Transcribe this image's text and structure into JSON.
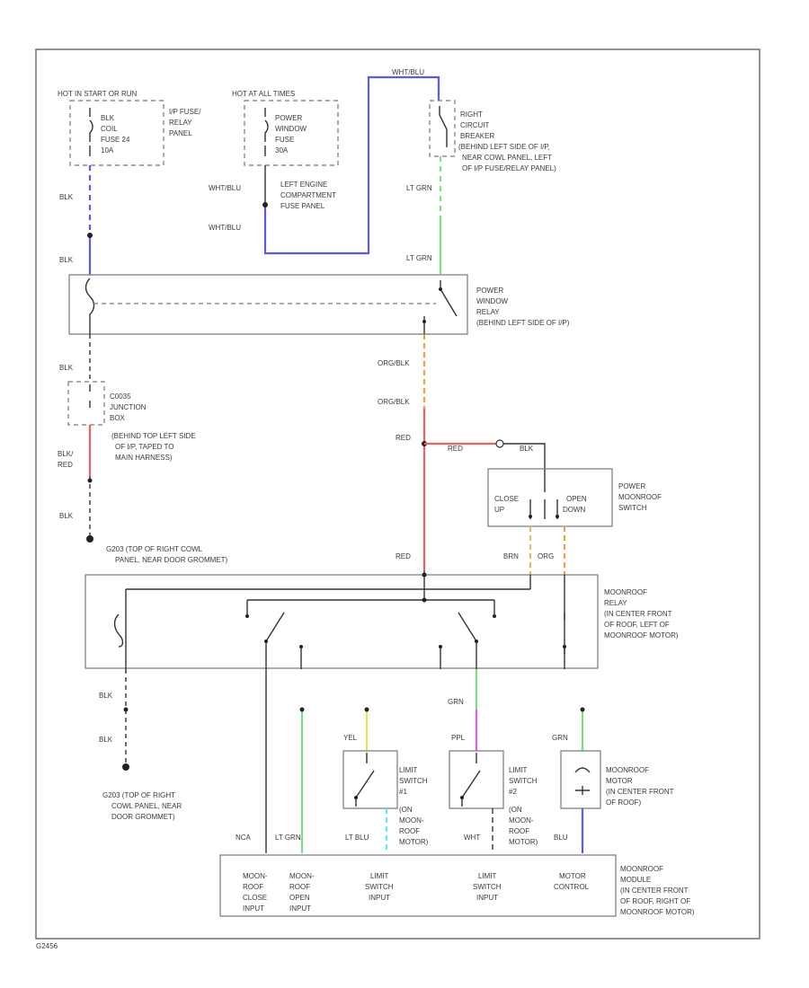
{
  "fuses": {
    "left_header": "HOT IN START OR RUN",
    "left_fuse": [
      "BLK",
      "COIL",
      "FUSE 24",
      "10A"
    ],
    "left_panel": [
      "I/P FUSE/",
      "RELAY",
      "PANEL"
    ],
    "mid_header": "HOT AT ALL TIMES",
    "mid_fuse": [
      "POWER",
      "WINDOW",
      "FUSE",
      "30A"
    ],
    "mid_panel": [
      "LEFT ENGINE",
      "COMPARTMENT",
      "FUSE PANEL"
    ],
    "wht_blu_top": "WHT/BLU",
    "wht_blu_bottom": "WHT/BLU",
    "wht_blu_loop": "WHT/BLU"
  },
  "breaker": {
    "lines": [
      "RIGHT",
      "CIRCUIT",
      "BREAKER",
      "(BEHIND LEFT SIDE OF I/P,",
      "NEAR COWL PANEL, LEFT",
      "OF I/P FUSE/RELAY PANEL)"
    ]
  },
  "wires": {
    "lt_grn_1": "LT GRN",
    "lt_grn_2": "LT GRN",
    "blk_1": "BLK",
    "blk_2": "BLK",
    "blk_3": "BLK",
    "blk_red": [
      "BLK/",
      "RED"
    ],
    "blk_4": "BLK",
    "org_blk_1": "ORG/BLK",
    "org_blk_2": "ORG/BLK",
    "red_1": "RED",
    "red_2": "RED",
    "red_3": "RED",
    "blk_sw": "BLK",
    "brn": "BRN",
    "org": "ORG",
    "blk_5": "BLK",
    "blk_6": "BLK",
    "grn_1": "GRN",
    "yel": "YEL",
    "ppl": "PPL",
    "grn_2": "GRN",
    "nca": "NCA",
    "lt_grn_3": "LT GRN",
    "lt_blu": "LT BLU",
    "wht": "WHT",
    "blu": "BLU"
  },
  "relay": {
    "lines": [
      "POWER",
      "WINDOW",
      "RELAY",
      "(BEHIND LEFT SIDE OF I/P)"
    ]
  },
  "junction": {
    "lines": [
      "C0035",
      "JUNCTION",
      "BOX",
      "(BEHIND TOP LEFT SIDE",
      "OF I/P, TAPED TO",
      "MAIN HARNESS)"
    ]
  },
  "ground1": {
    "line1": "G203     (TOP OF RIGHT COWL",
    "line2": "PANEL, NEAR DOOR GROMMET)"
  },
  "ground2": {
    "lines": [
      "G203     (TOP OF RIGHT",
      "COWL PANEL, NEAR",
      "DOOR GROMMET)"
    ]
  },
  "switch": {
    "close": [
      "CLOSE",
      "UP"
    ],
    "open": [
      "OPEN",
      "DOWN"
    ],
    "lines": [
      "POWER",
      "MOONROOF",
      "SWITCH"
    ]
  },
  "moonroof_relay": {
    "lines": [
      "MOONROOF",
      "RELAY",
      "(IN CENTER FRONT",
      "OF ROOF, LEFT OF",
      "MOONROOF MOTOR)"
    ]
  },
  "limit1": {
    "lines": [
      "LIMIT",
      "SWITCH",
      "#1",
      "(ON",
      "MOON-",
      "ROOF",
      "MOTOR)"
    ]
  },
  "limit2": {
    "lines": [
      "LIMIT",
      "SWITCH",
      "#2",
      "(ON",
      "MOON-",
      "ROOF",
      "MOTOR)"
    ]
  },
  "motor": {
    "lines": [
      "MOONROOF",
      "MOTOR",
      "(IN CENTER FRONT",
      "OF ROOF)"
    ]
  },
  "module": {
    "col1": [
      "MOON-",
      "ROOF",
      "CLOSE",
      "INPUT"
    ],
    "col2": [
      "MOON-",
      "ROOF",
      "OPEN",
      "INPUT"
    ],
    "col3": [
      "LIMIT",
      "SWITCH",
      "INPUT"
    ],
    "col4": [
      "LIMIT",
      "SWITCH",
      "INPUT"
    ],
    "col5": [
      "MOTOR",
      "CONTROL"
    ],
    "lines": [
      "MOONROOF",
      "MODULE",
      "(IN CENTER FRONT",
      "OF ROOF, RIGHT OF",
      "MOONROOF MOTOR)"
    ]
  },
  "footer_code": "G2456",
  "colors": {
    "blue": "#5a5af0",
    "green": "#7ee07e",
    "orange": "#f0a040",
    "red": "#f06060",
    "yellow": "#e8e060",
    "purple": "#e060e0",
    "cyan": "#60e8f0",
    "brown": "#d8c070"
  }
}
